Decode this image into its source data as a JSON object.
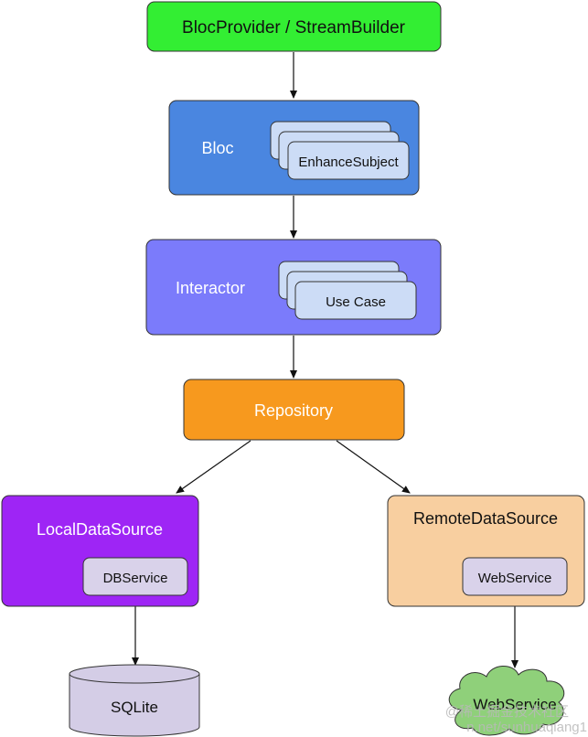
{
  "nodes": {
    "top": {
      "label": "BlocProvider / StreamBuilder",
      "fill": "#33ee33"
    },
    "bloc": {
      "label": "Bloc",
      "fill": "#4a86e0",
      "inner_label": "EnhanceSubject",
      "inner_fill": "#ccdcf6"
    },
    "interactor": {
      "label": "Interactor",
      "fill": "#7b7bfb",
      "inner_label": "Use Case",
      "inner_fill": "#ccdcf6"
    },
    "repository": {
      "label": "Repository",
      "fill": "#f7991e"
    },
    "local": {
      "label": "LocalDataSource",
      "fill": "#9e25f5",
      "service_label": "DBService",
      "service_fill": "#d9d2ea"
    },
    "remote": {
      "label": "RemoteDataSource",
      "fill": "#f8cfa0",
      "service_label": "WebService",
      "service_fill": "#d9d2ea"
    },
    "sqlite": {
      "label": "SQLite",
      "fill": "#d4cde6"
    },
    "webservice_cloud": {
      "label": "WebService",
      "fill": "#8fd07a"
    }
  },
  "watermark": {
    "line1": "@稀土掘金技术社区",
    "line2": "n.net/sunhuaqiang1"
  }
}
